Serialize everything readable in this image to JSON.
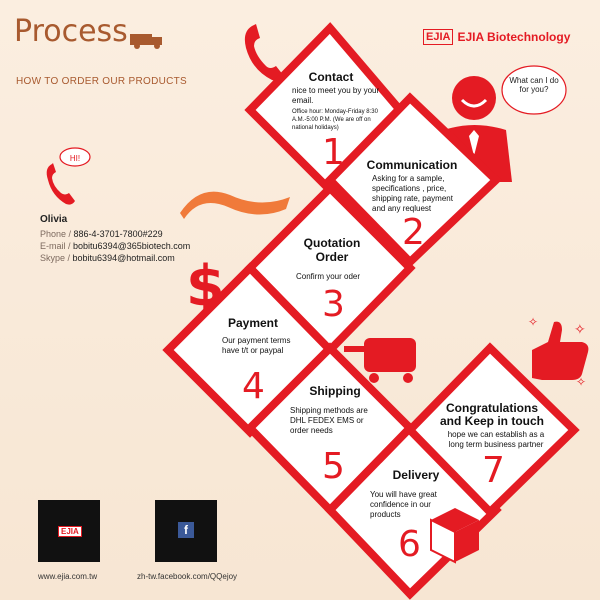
{
  "header": {
    "title": "Process",
    "subtitle": "HOW TO ORDER OUR PRODUCTS",
    "brand_logo": "EJIA",
    "brand_name": "EJIA Biotechnology"
  },
  "contact": {
    "name": "Olivia",
    "phone_label": "Phone /",
    "phone": "886-4-3701-7800#229",
    "email_label": "E-mail /",
    "email": "bobitu6394@365biotech.com",
    "skype_label": "Skype /",
    "skype": "bobitu6394@hotmail.com",
    "bubble": "HI!"
  },
  "speech_bubble": "What can I do for you?",
  "steps": [
    {
      "num": "1",
      "title": "Contact",
      "text": "nice to meet you by your email.",
      "note": "Office hour: Monday-Friday 8:30 A.M.-5:00 P.M. (We are off on national holidays)"
    },
    {
      "num": "2",
      "title": "Communication",
      "text": "Asking for a sample, specifications , price, shipping rate, payment and any reqluest"
    },
    {
      "num": "3",
      "title": "Quotation Order",
      "text": "Confirm your oder"
    },
    {
      "num": "4",
      "title": "Payment",
      "text": "Our payment terms have t/t or paypal"
    },
    {
      "num": "5",
      "title": "Shipping",
      "text": "Shipping methods are DHL FEDEX EMS or order needs"
    },
    {
      "num": "6",
      "title": "Delivery",
      "text": "You will have great confidence in our products"
    },
    {
      "num": "7",
      "title": "Congratulations and Keep in touch",
      "text": "hope we can establish as a long term business partner"
    }
  ],
  "qr": [
    {
      "label": "www.ejia.com.tw",
      "badge": "EJIA"
    },
    {
      "label": "zh-tw.facebook.com/QQejoy",
      "badge": "f"
    }
  ],
  "colors": {
    "accent": "#e41b23",
    "title": "#a85a2f",
    "bg": "#f7e6d3"
  }
}
